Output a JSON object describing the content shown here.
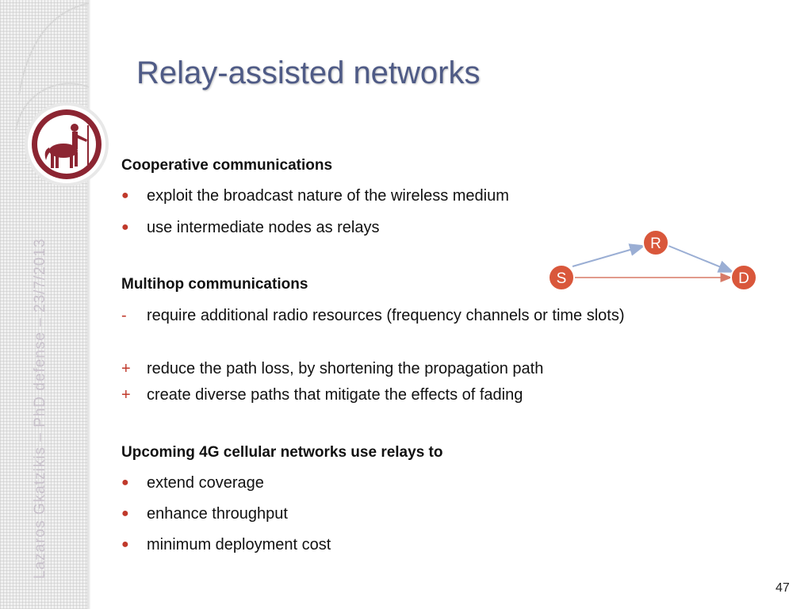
{
  "slide": {
    "title": "Relay-assisted networks",
    "side_text": "Lazaros Gkatzikis – PhD defense – 23/7/2013",
    "page_number": "47"
  },
  "sections": {
    "cooperative": {
      "heading": "Cooperative communications",
      "items": [
        "exploit the broadcast nature of the wireless medium",
        "use intermediate nodes as relays"
      ]
    },
    "multihop": {
      "heading": "Multihop communications",
      "cons": [
        "require additional radio resources (frequency channels or time slots)"
      ],
      "pros": [
        "reduce the path loss, by shortening the propagation path",
        "create diverse paths that mitigate the effects of fading"
      ]
    },
    "cellular": {
      "heading": "Upcoming 4G cellular networks use relays to",
      "items": [
        "extend coverage",
        "enhance throughput",
        "minimum deployment cost"
      ]
    }
  },
  "markers": {
    "bullet": "●",
    "minus": "-",
    "plus": "+"
  },
  "diagram": {
    "nodes": {
      "source": "S",
      "relay": "R",
      "destination": "D"
    },
    "colors": {
      "node_fill": "#d9573b",
      "relay_arrow": "#9aaed4",
      "direct_arrow": "#d77a67"
    }
  },
  "colors": {
    "title": "#4f5b86",
    "accent": "#c0392b",
    "logo": "#8c2532"
  }
}
